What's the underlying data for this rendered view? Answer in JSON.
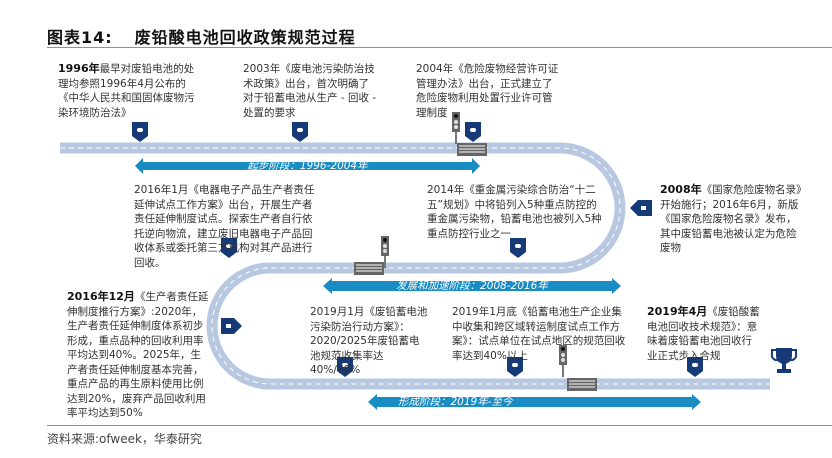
{
  "header": {
    "figure_no": "图表14:",
    "title": "废铅酸电池回收政策规范过程"
  },
  "stages": [
    {
      "label": "起步阶段：1996-2004年"
    },
    {
      "label": "发展和加速阶段：2008-2016年"
    },
    {
      "label": "形成阶段：2019年-至今"
    }
  ],
  "events": [
    {
      "date": "1996年",
      "text": "最早对废铅电池的处理均参照1996年4月公布的《中华人民共和国固体废物污染环境防治法》"
    },
    {
      "date": "2003年",
      "text": "《废电池污染防治技术政策》出台，首次明确了对于铅蓄电池从生产 - 回收 - 处置的要求"
    },
    {
      "date": "2004年",
      "text": "《危险废物经营许可证管理办法》出台，正式建立了危险废物利用处置行业许可管理制度"
    },
    {
      "date": "2016年1月",
      "text": "《电器电子产品生产者责任延伸试点工作方案》出台，开展生产者责任延伸制度试点。探索生产者自行依托逆向物流，建立废旧电器电子产品回收体系或委托第三方机构对其产品进行回收。"
    },
    {
      "date": "2014年",
      "text": "《重金属污染综合防治“十二五”规划》中将铅列入5种重点防控的重金属污染物，铅蓄电池也被列入5种重点防控行业之一"
    },
    {
      "date": "2008年",
      "text": "《国家危险废物名录》开始施行；2016年6月，新版《国家危险废物名录》发布，其中废铅蓄电池被认定为危险废物"
    },
    {
      "date": "2016年12月",
      "text": "《生产者责任延伸制度推行方案》:2020年，生产者责任延伸制度体系初步形成，重点品种的回收利用率平均达到40%。2025年，生产者责任延伸制度基本完善，重点产品的再生原料使用比例达到20%，废弃产品回收利用率平均达到50%"
    },
    {
      "date": "2019月1月",
      "text": "《废铅蓄电池污染防治行动方案》：2020/2025年废铅蓄电池规范收集率达40%/70%"
    },
    {
      "date": "2019年1月底",
      "text": "《铅蓄电池生产企业集中收集和跨区域转运制度试点工作方案》：试点单位在试点地区的规范回收率达到40%以上"
    },
    {
      "date": "2019年4月",
      "text": "《废铅酸蓄电池回收技术规范》：意味着废铅蓄电池回收行业正式步入合规"
    }
  ],
  "footer": {
    "source": "资料来源:ofweek，华泰研究"
  },
  "colors": {
    "road": "#b8c8e0",
    "arrow": "#1a8cc4",
    "marker": "#163a78"
  }
}
